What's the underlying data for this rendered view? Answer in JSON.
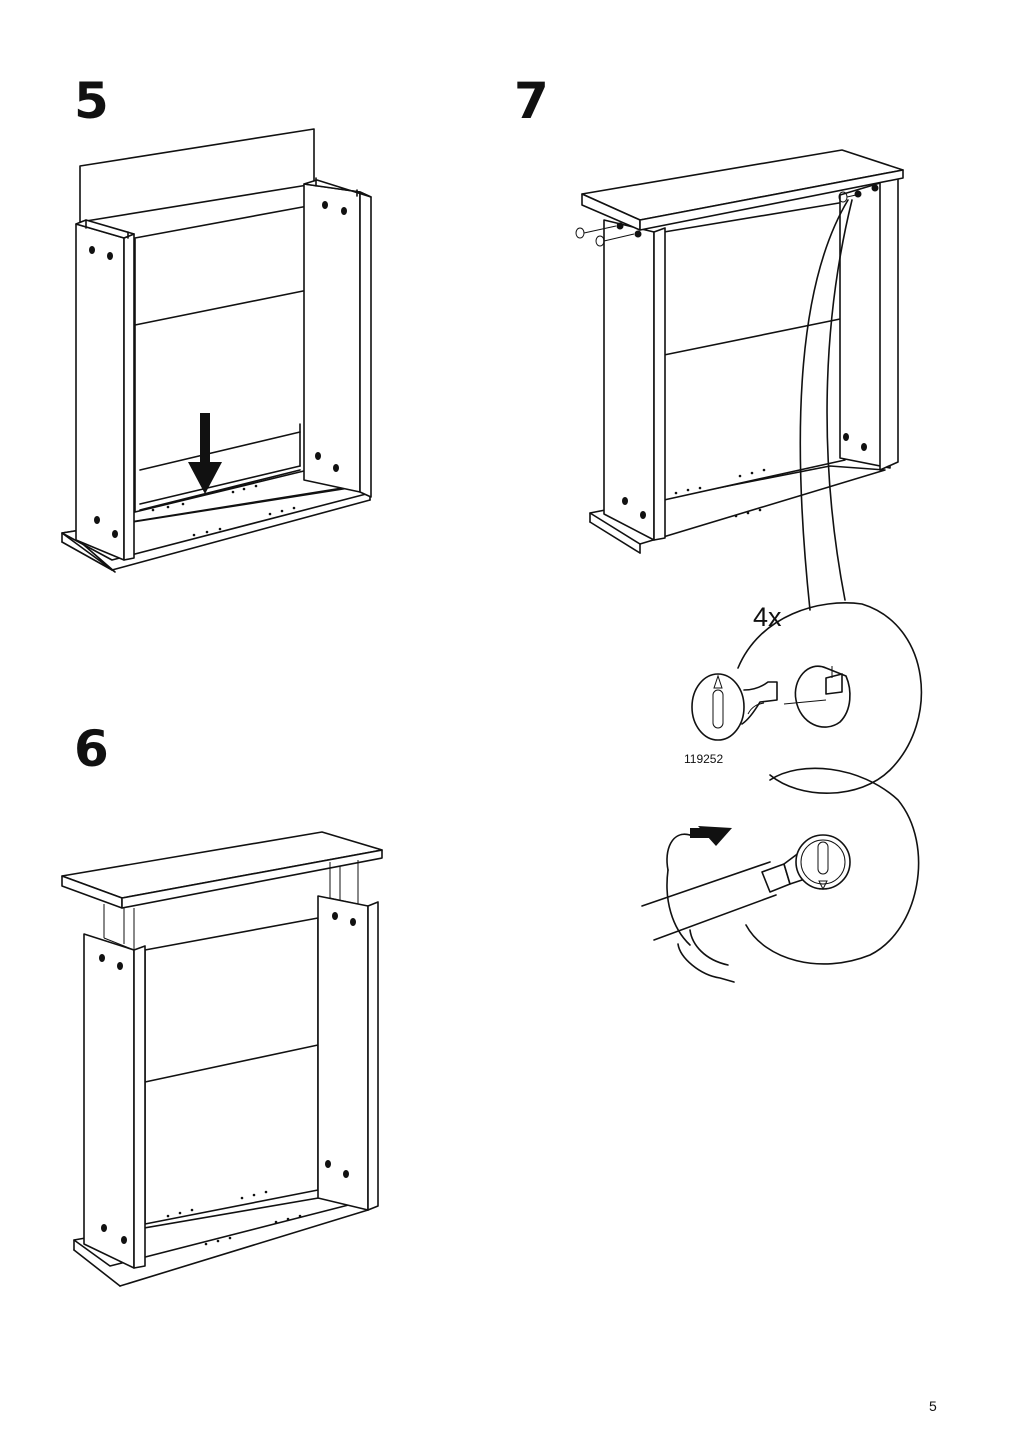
{
  "steps": [
    {
      "number": "5"
    },
    {
      "number": "6"
    },
    {
      "number": "7"
    }
  ],
  "detail": {
    "quantity": "4x",
    "part_number": "119252"
  },
  "page_number": "5"
}
